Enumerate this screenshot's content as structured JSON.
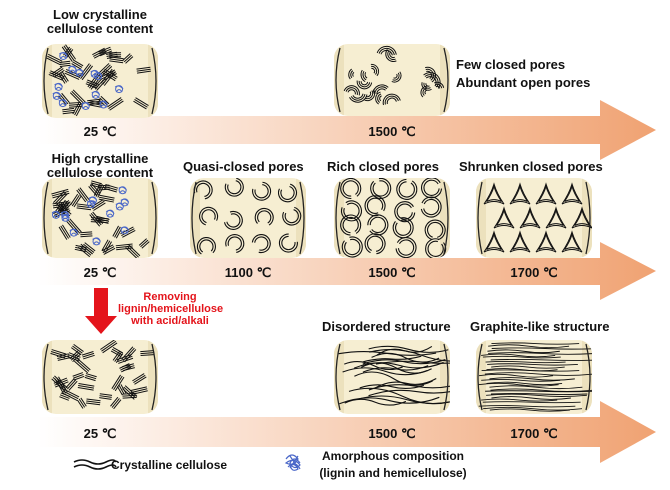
{
  "colors": {
    "arrow_start": "#ffffff",
    "arrow_end": "#f0a272",
    "removal_arrow": "#e4141b",
    "removal_text": "#e4141b",
    "amorphous": "#4a67c8",
    "container_fill": "#f6eed2",
    "line": "#111111"
  },
  "row1": {
    "label_line1": "Low crystalline",
    "label_line2": "cellulose content",
    "right_note_line1": "Few closed pores",
    "right_note_line2": "Abundant open pores",
    "temps": [
      "25 ℃",
      "1500 ℃"
    ]
  },
  "row2": {
    "label_line1": "High crystalline",
    "label_line2": "cellulose content",
    "stage_labels": [
      "Quasi-closed pores",
      "Rich closed pores",
      "Shrunken closed pores"
    ],
    "temps": [
      "25 ℃",
      "1100 ℃",
      "1500 ℃",
      "1700 ℃"
    ]
  },
  "removal": {
    "line1": "Removing",
    "line2": "lignin/hemicellulose",
    "line3": "with acid/alkali"
  },
  "row3": {
    "stage_labels": [
      "Disordered structure",
      "Graphite-like structure"
    ],
    "temps": [
      "25 ℃",
      "1500 ℃",
      "1700 ℃"
    ]
  },
  "legend": {
    "crystalline_label": "Crystalline cellulose",
    "crystalline_icon": "wavy-lines-icon",
    "amorphous_label_line1": "Amorphous composition",
    "amorphous_label_line2": "(lignin and hemicellulose)",
    "amorphous_icon": "tangle-icon"
  }
}
